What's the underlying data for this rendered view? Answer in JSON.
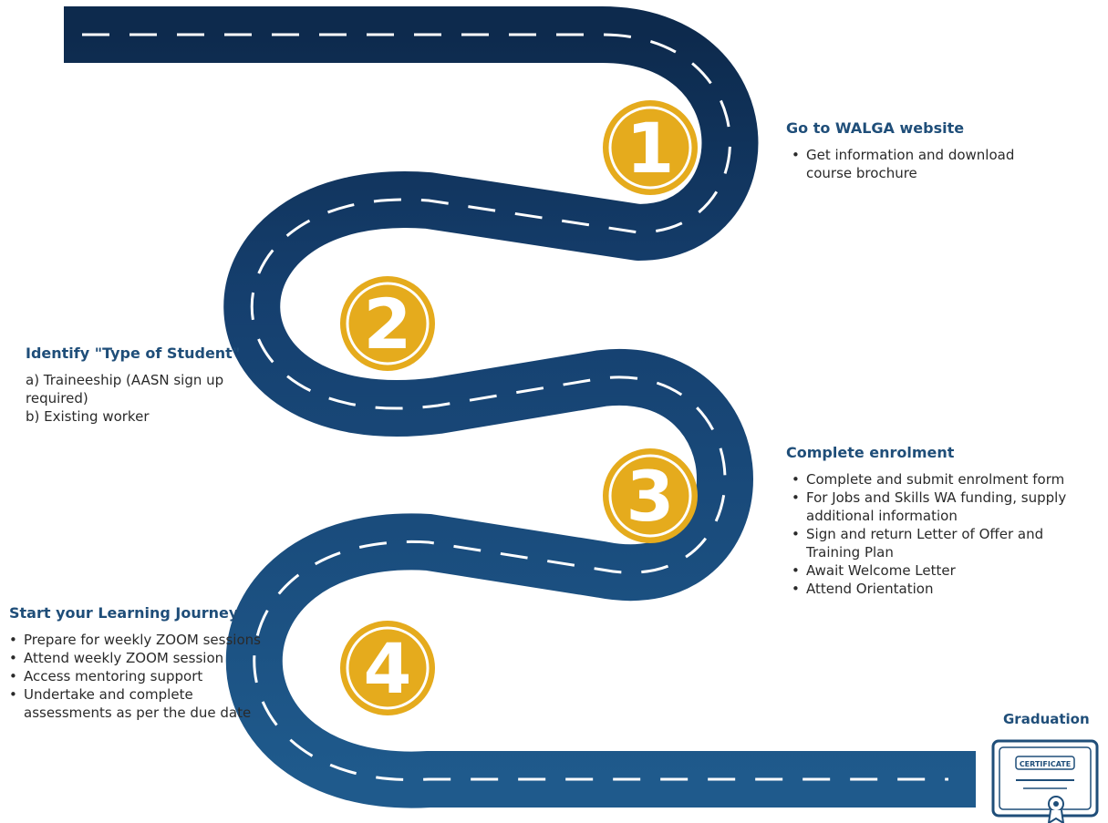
{
  "steps": [
    {
      "number": "1",
      "title": "Go to WALGA website",
      "items": [
        "Get information and download course brochure"
      ]
    },
    {
      "number": "2",
      "title": "Identify \"Type of Student\"",
      "items": [
        "a) Traineeship (AASN sign up required)",
        "b) Existing worker"
      ]
    },
    {
      "number": "3",
      "title": "Complete enrolment",
      "items": [
        "Complete and submit enrolment form",
        "For Jobs and Skills WA funding, supply additional information",
        "Sign and return Letter of Offer and Training Plan",
        "Await Welcome Letter",
        "Attend Orientation"
      ]
    },
    {
      "number": "4",
      "title": "Start your Learning Journey",
      "items": [
        "Prepare for weekly ZOOM sessions",
        "Attend weekly ZOOM session",
        "Access mentoring support",
        "Undertake and complete assessments as per the due date"
      ]
    }
  ],
  "graduation": {
    "label": "Graduation",
    "certificate_text": "CERTIFICATE"
  },
  "colors": {
    "road_dark": "#0d2a4d",
    "road_light": "#1f5a8c",
    "badge": "#e5ab1d",
    "title": "#1f4e79"
  },
  "icons": [
    "certificate-icon"
  ]
}
